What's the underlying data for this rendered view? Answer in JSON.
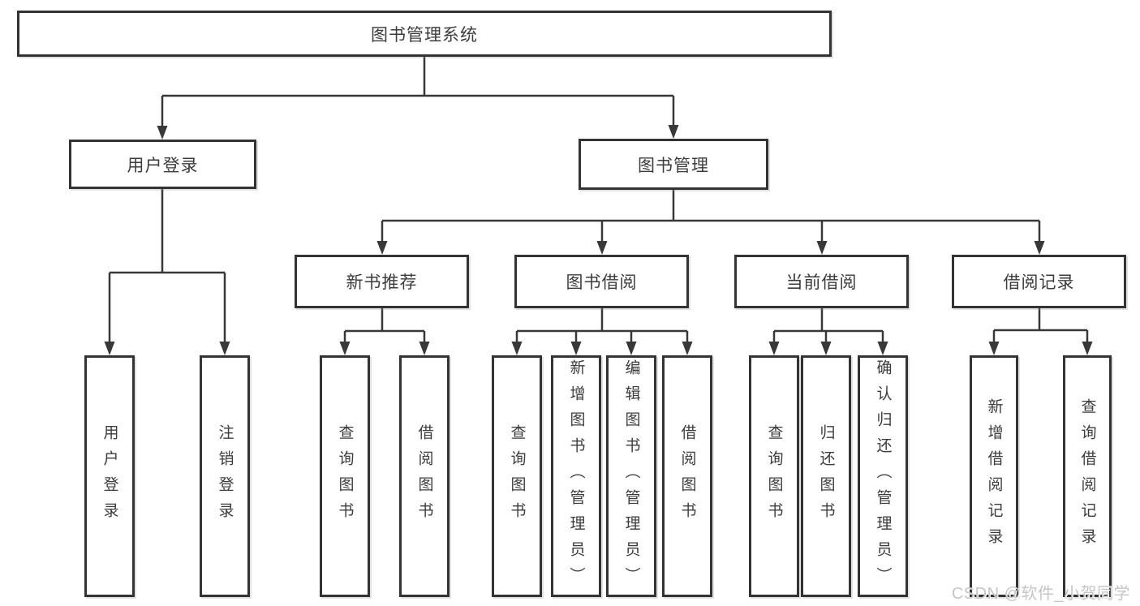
{
  "diagram": {
    "nodes": [
      {
        "id": "root",
        "label": "图书管理系统",
        "level": 1,
        "parent": null
      },
      {
        "id": "user-login",
        "label": "用户登录",
        "level": 2,
        "parent": "root"
      },
      {
        "id": "book-mgmt",
        "label": "图书管理",
        "level": 2,
        "parent": "root"
      },
      {
        "id": "new-book-rec",
        "label": "新书推荐",
        "level": 3,
        "parent": "book-mgmt"
      },
      {
        "id": "book-borrow",
        "label": "图书借阅",
        "level": 3,
        "parent": "book-mgmt"
      },
      {
        "id": "current-borrow",
        "label": "当前借阅",
        "level": 3,
        "parent": "book-mgmt"
      },
      {
        "id": "borrow-records",
        "label": "借阅记录",
        "level": 3,
        "parent": "book-mgmt"
      },
      {
        "id": "leaf-user-login",
        "label": "用户登录",
        "level": 4,
        "parent": "user-login"
      },
      {
        "id": "leaf-logout",
        "label": "注销登录",
        "level": 4,
        "parent": "user-login"
      },
      {
        "id": "leaf-query-books-rec",
        "label": "查询图书",
        "level": 4,
        "parent": "new-book-rec"
      },
      {
        "id": "leaf-borrow-books-rec",
        "label": "借阅图书",
        "level": 4,
        "parent": "new-book-rec"
      },
      {
        "id": "leaf-query-books-borrow",
        "label": "查询图书",
        "level": 4,
        "parent": "book-borrow"
      },
      {
        "id": "leaf-add-books",
        "label": "新增图书（管理员）",
        "level": 4,
        "parent": "book-borrow"
      },
      {
        "id": "leaf-edit-books",
        "label": "编辑图书（管理员）",
        "level": 4,
        "parent": "book-borrow"
      },
      {
        "id": "leaf-borrow-books",
        "label": "借阅图书",
        "level": 4,
        "parent": "book-borrow"
      },
      {
        "id": "leaf-query-books-cur",
        "label": "查询图书",
        "level": 4,
        "parent": "current-borrow"
      },
      {
        "id": "leaf-return-books",
        "label": "归还图书",
        "level": 4,
        "parent": "current-borrow"
      },
      {
        "id": "leaf-confirm-return",
        "label": "确认归还（管理员）",
        "level": 4,
        "parent": "current-borrow"
      },
      {
        "id": "leaf-add-borrow-record",
        "label": "新增借阅记录",
        "level": 4,
        "parent": "borrow-records"
      },
      {
        "id": "leaf-query-borrow-record",
        "label": "查询借阅记录",
        "level": 4,
        "parent": "borrow-records"
      }
    ]
  },
  "watermark": {
    "text": "CSDN @软件_小贺同学"
  },
  "colors": {
    "line": "#383838",
    "border": "#333333",
    "text": "#3c3c3c",
    "watermark": "#c6c6c6",
    "background": "#ffffff"
  }
}
